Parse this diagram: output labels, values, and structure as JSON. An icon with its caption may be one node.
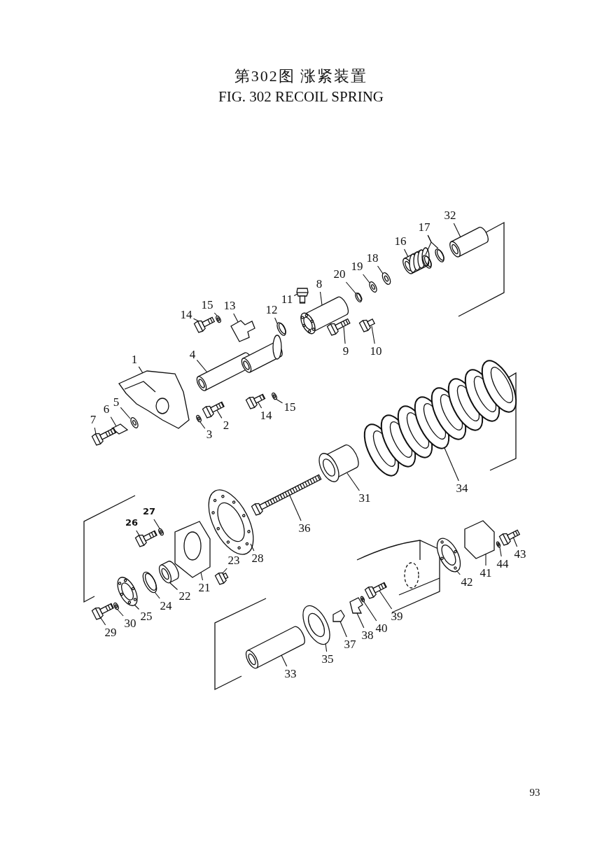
{
  "diagram": {
    "title": "第302图 涨紧装置",
    "nodes": [
      {
        "text": [
          "1"
        ]
      },
      {
        "text": [
          "2"
        ]
      },
      {
        "text": [
          "3"
        ]
      },
      {
        "text": [
          "4"
        ]
      },
      {
        "text": [
          "5"
        ]
      },
      {
        "text": [
          "6"
        ]
      },
      {
        "text": [
          "7"
        ]
      },
      {
        "text": [
          "8"
        ]
      },
      {
        "text": [
          "9"
        ]
      },
      {
        "text": [
          "10"
        ]
      },
      {
        "text": [
          "11"
        ]
      },
      {
        "text": [
          "12"
        ]
      },
      {
        "text": [
          "13"
        ]
      },
      {
        "text": [
          "14"
        ]
      },
      {
        "text": [
          "15"
        ]
      },
      {
        "text": [
          "15"
        ]
      },
      {
        "text": [
          "14"
        ]
      },
      {
        "text": [
          "16"
        ]
      },
      {
        "text": [
          "17"
        ]
      },
      {
        "text": [
          "18"
        ]
      },
      {
        "text": [
          "19"
        ]
      },
      {
        "text": [
          "20"
        ]
      },
      {
        "text": [
          "21"
        ]
      },
      {
        "text": [
          "22"
        ]
      },
      {
        "text": [
          "23"
        ]
      },
      {
        "text": [
          "24"
        ]
      },
      {
        "text": [
          "25"
        ]
      },
      {
        "text": [
          "26"
        ]
      },
      {
        "text": [
          "27"
        ]
      },
      {
        "text": [
          "28"
        ]
      },
      {
        "text": [
          "29"
        ]
      },
      {
        "text": [
          "30"
        ]
      },
      {
        "text": [
          "31"
        ]
      },
      {
        "text": [
          "32"
        ]
      },
      {
        "text": [
          "33"
        ]
      },
      {
        "text": [
          "34"
        ]
      },
      {
        "text": [
          "35"
        ]
      },
      {
        "text": [
          "36"
        ]
      },
      {
        "text": [
          "37"
        ]
      },
      {
        "text": [
          "38"
        ]
      },
      {
        "text": [
          "39"
        ]
      },
      {
        "text": [
          "40"
        ]
      },
      {
        "text": [
          "41"
        ]
      },
      {
        "text": [
          "42"
        ]
      },
      {
        "text": [
          "43"
        ]
      },
      {
        "text": [
          "44"
        ]
      },
      {
        "text": [],
        "shape": "picture"
      },
      {
        "text": [],
        "shape": "picture"
      },
      {
        "text": [],
        "shape": "picture"
      },
      {
        "text": [],
        "shape": "picture"
      },
      {
        "text": [],
        "shape": "picture"
      },
      {
        "text": [],
        "shape": "picture"
      },
      {
        "text": [],
        "shape": "picture"
      },
      {
        "text": [],
        "shape": "picture"
      },
      {
        "text": [],
        "shape": "picture"
      },
      {
        "text": [],
        "shape": "picture"
      },
      {
        "text": [],
        "shape": "picture"
      },
      {
        "text": [],
        "shape": "picture"
      },
      {
        "text": [],
        "shape": "picture"
      },
      {
        "text": [],
        "shape": "picture"
      },
      {
        "text": [],
        "shape": "picture"
      },
      {
        "text": [],
        "shape": "picture"
      },
      {
        "text": [],
        "shape": "picture"
      },
      {
        "text": [],
        "shape": "picture"
      },
      {
        "text": [],
        "shape": "picture"
      },
      {
        "text": [],
        "shape": "picture"
      },
      {
        "text": [],
        "shape": "picture"
      },
      {
        "text": [],
        "shape": "picture"
      },
      {
        "text": [],
        "shape": "picture"
      },
      {
        "text": [],
        "shape": "picture"
      },
      {
        "text": [],
        "shape": "picture"
      },
      {
        "text": [],
        "shape": "picture"
      },
      {
        "text": [],
        "shape": "picture"
      },
      {
        "text": [],
        "shape": "picture"
      },
      {
        "text": [],
        "shape": "picture"
      },
      {
        "text": [],
        "shape": "picture"
      },
      {
        "text": [],
        "shape": "picture"
      },
      {
        "text": [],
        "shape": "picture"
      },
      {
        "text": [],
        "shape": "picture"
      },
      {
        "text": [],
        "shape": "picture"
      },
      {
        "text": [],
        "shape": "picture"
      },
      {
        "text": [],
        "shape": "picture"
      },
      {
        "text": [],
        "shape": "picture"
      },
      {
        "text": [],
        "shape": "picture"
      },
      {
        "text": [],
        "shape": "picture"
      },
      {
        "text": [],
        "shape": "picture"
      },
      {
        "text": [],
        "shape": "picture"
      },
      {
        "text": [],
        "shape": "picture"
      },
      {
        "text": [],
        "shape": "picture"
      },
      {
        "text": [],
        "shape": "picture"
      },
      {
        "text": [],
        "shape": "picture"
      },
      {
        "text": [],
        "shape": "picture"
      },
      {
        "text": [],
        "shape": "picture"
      }
    ],
    "edges": [
      {
        "from": 0,
        "to": 46,
        "arrow": "none"
      },
      {
        "from": 1,
        "to": 47,
        "arrow": "none"
      },
      {
        "from": 2,
        "to": 48,
        "arrow": "none"
      },
      {
        "from": 3,
        "to": 49,
        "arrow": "none"
      },
      {
        "from": 4,
        "to": 50,
        "arrow": "none"
      },
      {
        "from": 5,
        "to": 51,
        "arrow": "none"
      },
      {
        "from": 6,
        "to": 52,
        "arrow": "none"
      },
      {
        "from": 7,
        "to": 53,
        "arrow": "none"
      },
      {
        "from": 8,
        "to": 54,
        "arrow": "none"
      },
      {
        "from": 9,
        "to": 55,
        "arrow": "none"
      },
      {
        "from": 10,
        "to": 56,
        "arrow": "none"
      },
      {
        "from": 11,
        "to": 57,
        "arrow": "none"
      },
      {
        "from": 12,
        "to": 58,
        "arrow": "none"
      },
      {
        "from": 13,
        "to": 59,
        "arrow": "none"
      },
      {
        "from": 14,
        "to": 60,
        "arrow": "none"
      },
      {
        "from": 15,
        "to": 61,
        "arrow": "none"
      },
      {
        "from": 16,
        "to": 62,
        "arrow": "none"
      },
      {
        "from": 17,
        "to": 63,
        "arrow": "none"
      },
      {
        "from": 18,
        "to": 64,
        "arrow": "none"
      },
      {
        "from": 18,
        "to": 65,
        "arrow": "none"
      },
      {
        "from": 19,
        "to": 66,
        "arrow": "none"
      },
      {
        "from": 20,
        "to": 67,
        "arrow": "none"
      },
      {
        "from": 21,
        "to": 68,
        "arrow": "none"
      },
      {
        "from": 22,
        "to": 69,
        "arrow": "none"
      },
      {
        "from": 23,
        "to": 70,
        "arrow": "none"
      },
      {
        "from": 24,
        "to": 71,
        "arrow": "none"
      },
      {
        "from": 25,
        "to": 72,
        "arrow": "none"
      },
      {
        "from": 26,
        "to": 73,
        "arrow": "none"
      },
      {
        "from": 27,
        "to": 74,
        "arrow": "none"
      },
      {
        "from": 28,
        "to": 75,
        "arrow": "none"
      },
      {
        "from": 29,
        "to": 76,
        "arrow": "none"
      },
      {
        "from": 30,
        "to": 77,
        "arrow": "none"
      },
      {
        "from": 31,
        "to": 78,
        "arrow": "none"
      },
      {
        "from": 32,
        "to": 79,
        "arrow": "none"
      },
      {
        "from": 33,
        "to": 80,
        "arrow": "none"
      },
      {
        "from": 34,
        "to": 81,
        "arrow": "none"
      },
      {
        "from": 35,
        "to": 82,
        "arrow": "none"
      },
      {
        "from": 36,
        "to": 83,
        "arrow": "none"
      },
      {
        "from": 37,
        "to": 84,
        "arrow": "none"
      },
      {
        "from": 38,
        "to": 85,
        "arrow": "none"
      },
      {
        "from": 39,
        "to": 86,
        "arrow": "none"
      },
      {
        "from": 40,
        "to": 87,
        "arrow": "none"
      },
      {
        "from": 41,
        "to": 88,
        "arrow": "none"
      },
      {
        "from": 42,
        "to": 89,
        "arrow": "none"
      },
      {
        "from": 43,
        "to": 90,
        "arrow": "none"
      },
      {
        "from": 44,
        "to": 91,
        "arrow": "none"
      },
      {
        "from": 45,
        "to": 92,
        "arrow": "none"
      }
    ],
    "labels": [
      "FIG. 302 RECOIL SPRING",
      "93"
    ]
  }
}
